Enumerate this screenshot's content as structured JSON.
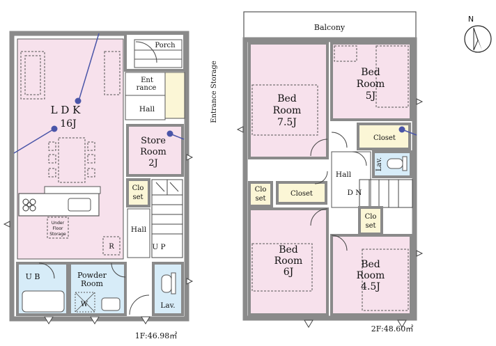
{
  "floor1": {
    "ldk": {
      "name": "L D K",
      "size": "16J"
    },
    "porch": "Porch",
    "entrance": "Ent\nrance",
    "entrance_storage": "Entrance Storage",
    "hall_top": "Hall",
    "store_room": {
      "name1": "Store",
      "name2": "Room",
      "size": "2J"
    },
    "closet": {
      "l1": "Clo",
      "l2": "set"
    },
    "under_floor": {
      "l1": "Under",
      "l2": "Floor",
      "l3": "Storage"
    },
    "refrigerator": "R",
    "hall_mid": "Hall",
    "up": "U P",
    "ub": "U B",
    "powder_room": {
      "l1": "Powder",
      "l2": "Room"
    },
    "washer": "W",
    "lav": "Lav.",
    "area": "1F:46.98㎡"
  },
  "floor2": {
    "balcony": "Balcony",
    "bed1": {
      "l1": "Bed",
      "l2": "Room",
      "size": "7.5J"
    },
    "bed2": {
      "l1": "Bed",
      "l2": "Room",
      "size": "5J"
    },
    "closet_right": "Closet",
    "lav": "Lav.",
    "hall": "Hall",
    "closet_mid": "Closet",
    "closet_left": {
      "l1": "Clo",
      "l2": "set"
    },
    "dn": "D N",
    "closet_small": {
      "l1": "Clo",
      "l2": "set"
    },
    "bed3": {
      "l1": "Bed",
      "l2": "Room",
      "size": "6J"
    },
    "bed4": {
      "l1": "Bed",
      "l2": "Room",
      "size": "4.5J"
    },
    "area": "2F:48.60㎡"
  },
  "compass": {
    "label": "N"
  },
  "colors": {
    "bedroom": "#f7e1ec",
    "wet": "#d7ecf8",
    "closet": "#fbf6d6",
    "wall": "#8a8a8a",
    "line": "#4a55a8"
  }
}
